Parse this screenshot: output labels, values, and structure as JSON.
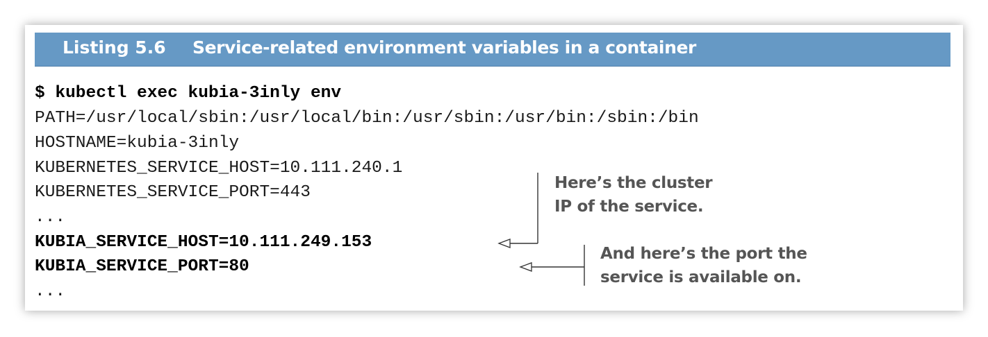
{
  "listing": {
    "number": "Listing 5.6",
    "title": "Service-related environment variables in a container"
  },
  "code": {
    "lines": [
      {
        "text": "$ kubectl exec kubia-3inly env",
        "bold": true
      },
      {
        "text": "PATH=/usr/local/sbin:/usr/local/bin:/usr/sbin:/usr/bin:/sbin:/bin",
        "bold": false
      },
      {
        "text": "HOSTNAME=kubia-3inly",
        "bold": false
      },
      {
        "text": "KUBERNETES_SERVICE_HOST=10.111.240.1",
        "bold": false
      },
      {
        "text": "KUBERNETES_SERVICE_PORT=443",
        "bold": false
      },
      {
        "text": "...",
        "bold": false
      },
      {
        "text": "KUBIA_SERVICE_HOST=10.111.249.153",
        "bold": true
      },
      {
        "text": "KUBIA_SERVICE_PORT=80",
        "bold": true
      },
      {
        "text": "...",
        "bold": false
      }
    ]
  },
  "annotations": {
    "cluster_ip": [
      "Here’s the cluster",
      "IP of the service."
    ],
    "port": [
      "And here’s the port the",
      "service is available on."
    ]
  },
  "colors": {
    "header_bg": "#6699c5",
    "header_text": "#ffffff",
    "annotation_text": "#555555"
  }
}
